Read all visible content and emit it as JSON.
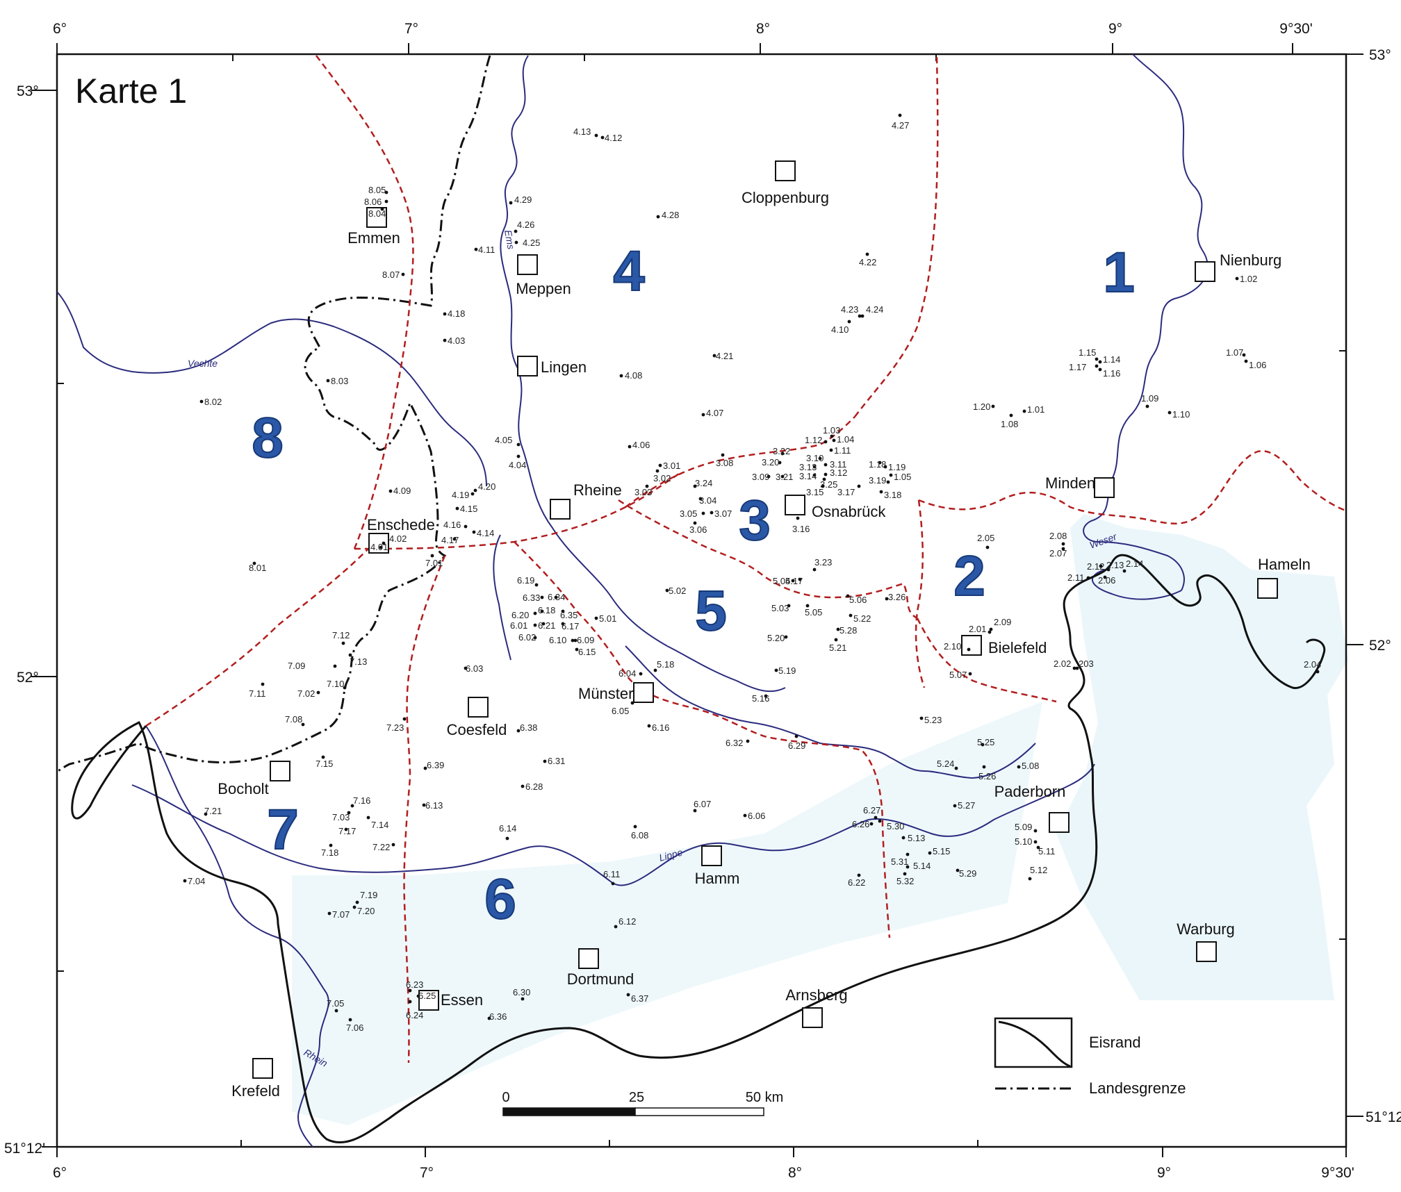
{
  "title": "Karte 1",
  "lon_ticks_top": [
    "6°",
    "7°",
    "8°",
    "9°",
    "9°30'"
  ],
  "lon_ticks_bottom": [
    "6°",
    "7°",
    "8°",
    "9°",
    "9°30'"
  ],
  "lat_ticks_left": [
    "53°",
    "52°",
    "51°12'"
  ],
  "lat_ticks_right": [
    "53°",
    "52°",
    "51°12'"
  ],
  "regions": [
    "1",
    "2",
    "3",
    "4",
    "5",
    "6",
    "7",
    "8"
  ],
  "cities": [
    "Cloppenburg",
    "Emmen",
    "Meppen",
    "Lingen",
    "Nienburg",
    "Rheine",
    "Osnabrück",
    "Enschede",
    "Minden",
    "Hameln",
    "Bielefeld",
    "Münster",
    "Coesfeld",
    "Bocholt",
    "Paderborn",
    "Hamm",
    "Dortmund",
    "Essen",
    "Arnsberg",
    "Warburg",
    "Krefeld"
  ],
  "rivers": [
    "Ems",
    "Vechte",
    "Weser",
    "Lippe",
    "Rhein"
  ],
  "legend": {
    "ice_edge": "Eisrand",
    "state_border": "Landesgrenze"
  },
  "scale": {
    "labels": [
      "0",
      "25",
      "50 km"
    ]
  },
  "points": [
    "4.27",
    "4.13",
    "4.12",
    "4.29",
    "4.26",
    "4.25",
    "4.28",
    "4.11",
    "4.22",
    "4.23",
    "4.24",
    "4.10",
    "4.18",
    "4.03",
    "4.21",
    "4.08",
    "4.07",
    "4.06",
    "4.05",
    "4.04",
    "4.09",
    "4.19",
    "4.20",
    "4.15",
    "4.16",
    "4.14",
    "4.17",
    "4.02",
    "4.01",
    "8.05",
    "8.06",
    "8.04",
    "8.07",
    "8.03",
    "8.02",
    "8.01",
    "7.01",
    "7.12",
    "7.13",
    "7.09",
    "7.10",
    "7.11",
    "7.02",
    "7.08",
    "7.23",
    "7.15",
    "7.16",
    "7.03",
    "7.17",
    "7.14",
    "7.18",
    "7.22",
    "7.21",
    "7.04",
    "7.19",
    "7.07",
    "7.20",
    "7.05",
    "7.06",
    "1.02",
    "1.15",
    "1.14",
    "1.17",
    "1.16",
    "1.07",
    "1.06",
    "1.09",
    "1.10",
    "1.20",
    "1.01",
    "1.08",
    "1.03",
    "1.12",
    "1.04",
    "1.11",
    "1.18",
    "1.19",
    "1.05",
    "3.01",
    "3.02",
    "3.08",
    "3.22",
    "3.20",
    "3.09",
    "3.21",
    "3.10",
    "3.13",
    "3.14",
    "3.11",
    "3.12",
    "3.25",
    "3.15",
    "3.17",
    "3.19",
    "3.18",
    "3.03",
    "3.24",
    "3.04",
    "3.05",
    "3.07",
    "3.06",
    "3.16",
    "3.23",
    "3.26",
    "2.05",
    "2.08",
    "2.07",
    "2.12",
    "2.13",
    "2.14",
    "2.11",
    "2.06",
    "2.01",
    "2.09",
    "2.10",
    "2.02",
    "203",
    "2.04",
    "5.02",
    "5.01",
    "5.04",
    "5.17",
    "5.06",
    "5.03",
    "5.05",
    "5.22",
    "5.28",
    "5.20",
    "5.21",
    "5.19",
    "5.18",
    "5.16",
    "5.07",
    "5.23",
    "5.25",
    "5.24",
    "5.26",
    "5.08",
    "5.27",
    "5.30",
    "5.13",
    "5.09",
    "5.10",
    "5.11",
    "5.15",
    "5.31",
    "5.14",
    "5.32",
    "5.29",
    "5.12",
    "6.19",
    "6.33",
    "6.34",
    "6.20",
    "6.18",
    "6.35",
    "6.01",
    "6.21",
    "6.17",
    "6.02",
    "6.10",
    "6.09",
    "6.15",
    "6.03",
    "6.04",
    "6.05",
    "6.16",
    "6.38",
    "6.32",
    "6.29",
    "6.39",
    "6.31",
    "6.28",
    "6.13",
    "6.14",
    "6.07",
    "6.06",
    "6.27",
    "6.26",
    "6.08",
    "6.11",
    "6.22",
    "6.12",
    "6.23",
    "6.25",
    "6.24",
    "6.30",
    "6.37",
    "6.36"
  ]
}
